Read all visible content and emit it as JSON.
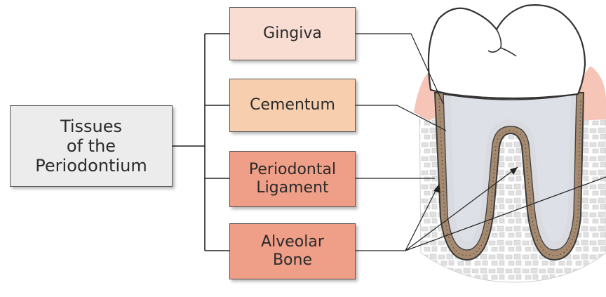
{
  "root": {
    "label": "Tissues\nof the\nPeriodontium"
  },
  "components": [
    {
      "label": "Gingiva",
      "fill": "#f9ddd3"
    },
    {
      "label": "Cementum",
      "fill": "#f7cfae"
    },
    {
      "label": "Periodontal\nLigament",
      "fill": "#ef9e87"
    },
    {
      "label": "Alveolar\nBone",
      "fill": "#ef9e87"
    }
  ],
  "colors": {
    "connector": "#222222",
    "gum": "#f6c5b8",
    "bone": "#e3e3e3",
    "enamel": "#ffffff",
    "dentin": "#dde0e6",
    "cementum": "#8a6e56"
  },
  "icons": [
    "molar-tooth-illustration"
  ]
}
